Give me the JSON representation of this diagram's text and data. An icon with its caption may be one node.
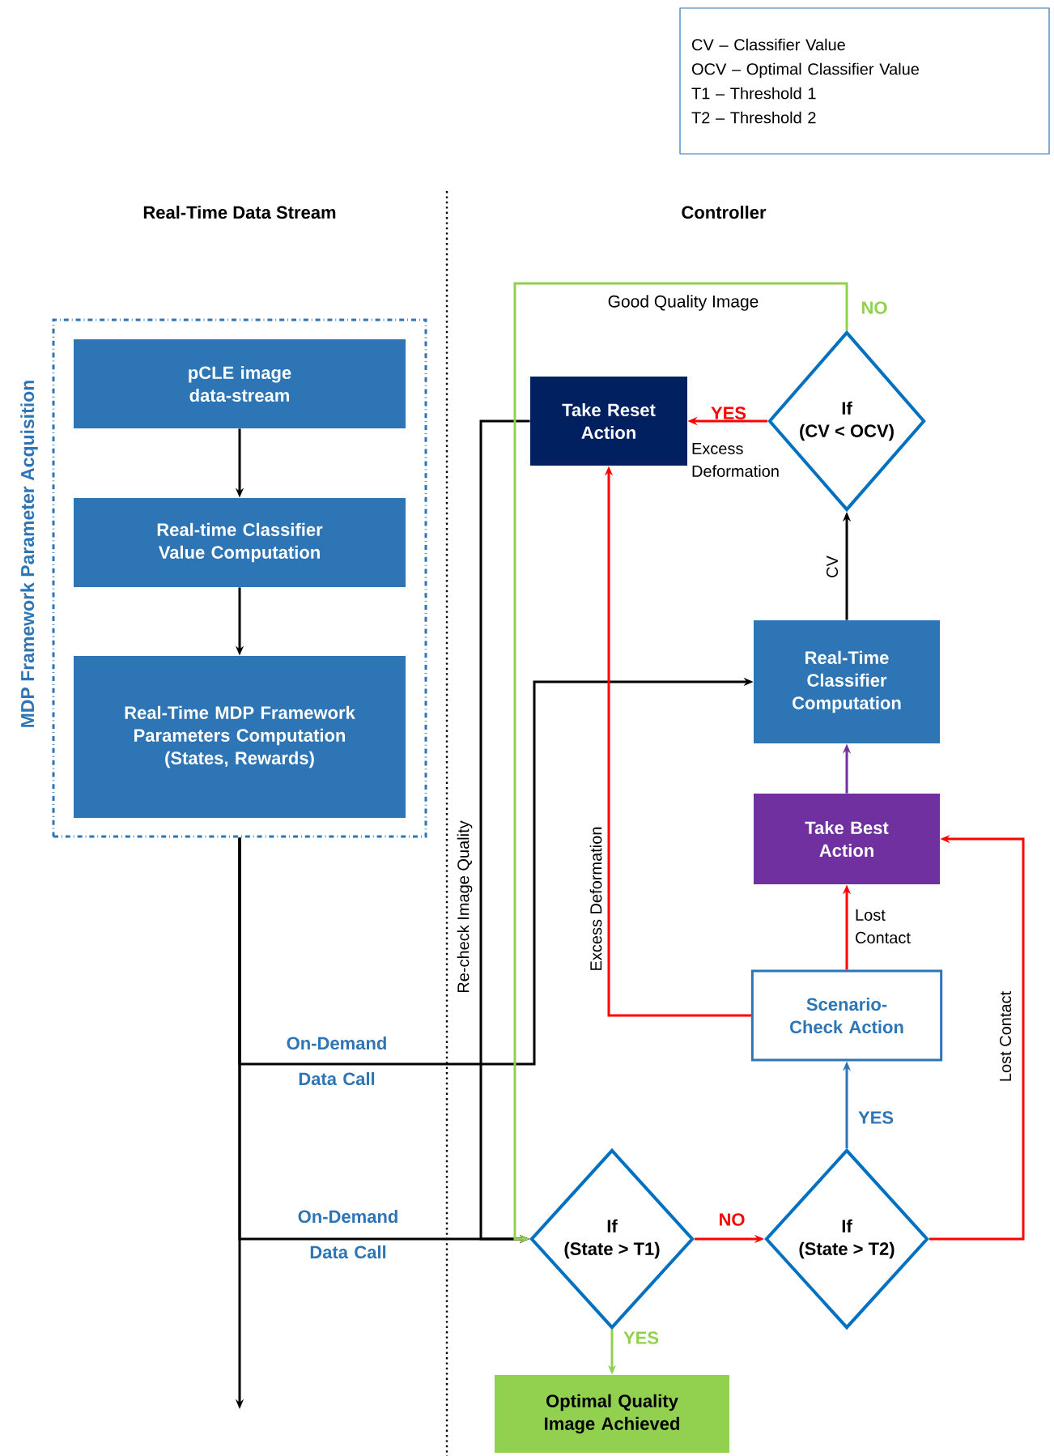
{
  "diagram": {
    "nodes": [
      {
        "text": [
          "MDP Framework Parameter Acquisition"
        ]
      },
      {
        "text": [
          "pCLE image data-stream"
        ],
        "in": 0
      },
      {
        "text": [
          "Real-time Classifier Value Computation"
        ],
        "in": 0
      },
      {
        "text": [
          "Real-Time MDP Framework Parameters Computation (States, Rewards)"
        ],
        "in": 0
      },
      {
        "text": [
          "Take Reset Action"
        ]
      },
      {
        "text": [
          "If",
          "(CV < OCV)"
        ]
      },
      {
        "text": [
          "Real-Time Classifier Computation"
        ]
      },
      {
        "text": [
          "Take Best Action"
        ]
      },
      {
        "text": [
          "Scenario-Check Action"
        ]
      },
      {
        "text": [
          "If",
          "(State > T1)"
        ]
      },
      {
        "text": [
          "If",
          "(State > T2)"
        ]
      },
      {
        "text": [
          "Optimal Quality Image Achieved"
        ]
      },
      {
        "text": [
          "CV – Classifier Value",
          "OCV – Optimal Classifier Value",
          "T1 – Threshold 1",
          "T2 – Threshold 2"
        ]
      }
    ],
    "edges": [
      {
        "from": 1,
        "to": 2,
        "arrow": "to"
      },
      {
        "from": 2,
        "to": 3,
        "arrow": "to"
      },
      {
        "from": 0,
        "to": null,
        "arrow": "to"
      },
      {
        "from": 0,
        "to": 6,
        "arrow": "to",
        "label": "On-Demand Data Call"
      },
      {
        "from": 0,
        "to": 9,
        "arrow": "to",
        "label": "On-Demand Data Call"
      },
      {
        "from": 4,
        "to": 9,
        "arrow": "to",
        "label": "Re-check Image Quality"
      },
      {
        "from": 5,
        "to": 9,
        "arrow": "to",
        "label": "NO",
        "color": "#92d050"
      },
      {
        "from": 5,
        "to": 4,
        "arrow": "to",
        "label": "YES",
        "color": "#ff0000"
      },
      {
        "from": 6,
        "to": 5,
        "arrow": "to",
        "label": "CV"
      },
      {
        "from": 7,
        "to": 6,
        "arrow": "to",
        "color": "#7030a0"
      },
      {
        "from": 8,
        "to": 7,
        "arrow": "to",
        "label": "Lost Contact",
        "color": "#ff0000"
      },
      {
        "from": 8,
        "to": 4,
        "arrow": "to",
        "label": "Excess Deformation",
        "color": "#ff0000"
      },
      {
        "from": 9,
        "to": 10,
        "arrow": "to",
        "label": "NO",
        "color": "#ff0000"
      },
      {
        "from": 10,
        "to": 8,
        "arrow": "to",
        "label": "YES",
        "color": "#2e75b6"
      },
      {
        "from": 10,
        "to": 7,
        "arrow": "to",
        "label": "Lost Contact",
        "color": "#ff0000"
      },
      {
        "from": 9,
        "to": 11,
        "arrow": "to",
        "label": "YES",
        "color": "#92d050"
      }
    ],
    "labels": [
      "Real-Time Data Stream",
      "Controller",
      "Good Quality Image",
      "Excess Deformation"
    ]
  }
}
